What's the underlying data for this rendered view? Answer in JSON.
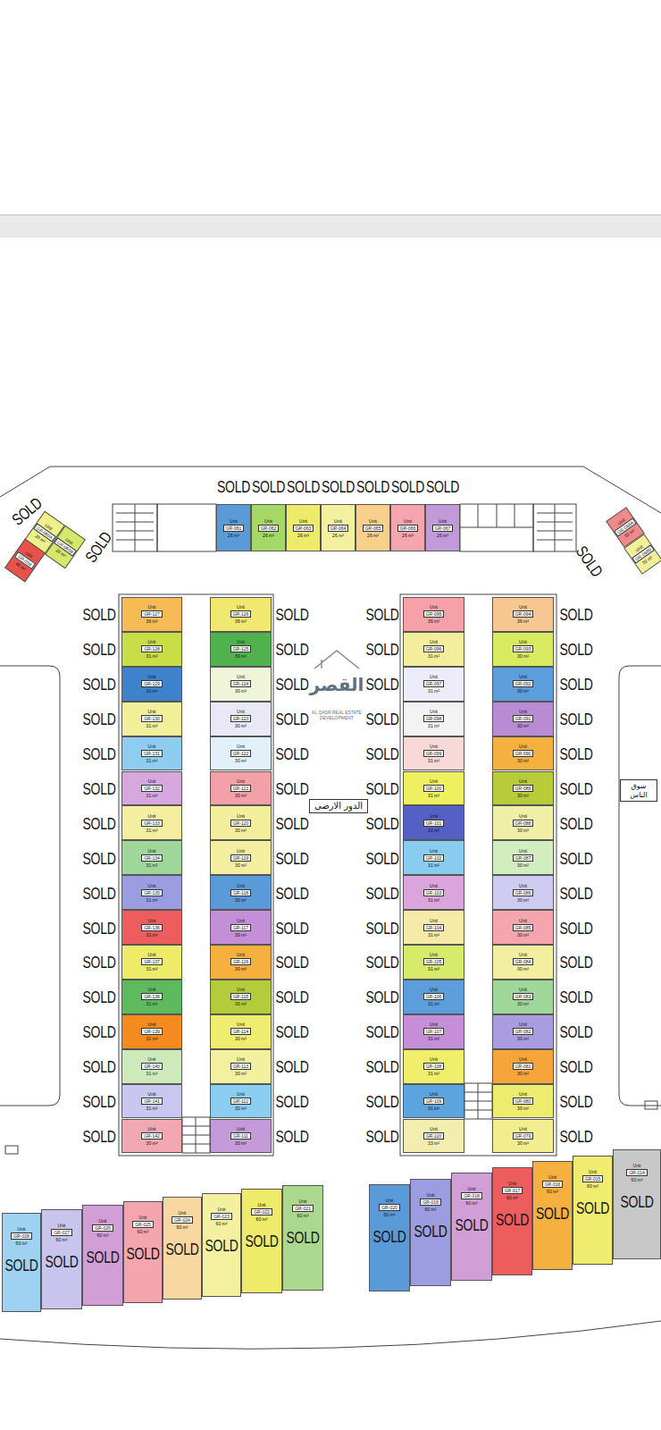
{
  "diagram": {
    "nodes": [
      {
        "text": [
          "Unit",
          "GR-061",
          "26 m²"
        ]
      },
      {
        "text": [
          "Unit",
          "GR-062",
          "26 m²"
        ]
      },
      {
        "text": [
          "Unit",
          "GR-063",
          "26 m²"
        ]
      },
      {
        "text": [
          "Unit",
          "GR-064",
          "26 m²"
        ]
      },
      {
        "text": [
          "Unit",
          "GR-065",
          "26 m²"
        ]
      },
      {
        "text": [
          "Unit",
          "GR-066",
          "26 m²"
        ]
      },
      {
        "text": [
          "Unit",
          "GR-067",
          "26 m²"
        ]
      },
      {
        "text": [
          "Unit",
          "GR-060A",
          "20 m²"
        ]
      },
      {
        "text": [
          "Unit",
          "GR-060B",
          "20 m²"
        ]
      },
      {
        "text": [
          "Unit",
          "GR-059",
          "40 m²"
        ]
      },
      {
        "text": [
          "Unit",
          "GR-068A",
          "20 m²"
        ]
      },
      {
        "text": [
          "Unit",
          "GR-068B",
          "20 m²"
        ]
      },
      {
        "text": [
          "Unit",
          "GR-127",
          "36 m²"
        ]
      },
      {
        "text": [
          "Unit",
          "GR-128",
          "31 m²"
        ]
      },
      {
        "text": [
          "Unit",
          "GR-129",
          "31 m²"
        ]
      },
      {
        "text": [
          "Unit",
          "GR-130",
          "31 m²"
        ]
      },
      {
        "text": [
          "Unit",
          "GR-131",
          "31 m²"
        ]
      },
      {
        "text": [
          "Unit",
          "GR-132",
          "31 m²"
        ]
      },
      {
        "text": [
          "Unit",
          "GR-133",
          "31 m²"
        ]
      },
      {
        "text": [
          "Unit",
          "GR-134",
          "31 m²"
        ]
      },
      {
        "text": [
          "Unit",
          "GR-135",
          "31 m²"
        ]
      },
      {
        "text": [
          "Unit",
          "GR-136",
          "31 m²"
        ]
      },
      {
        "text": [
          "Unit",
          "GR-137",
          "31 m²"
        ]
      },
      {
        "text": [
          "Unit",
          "GR-138",
          "31 m²"
        ]
      },
      {
        "text": [
          "Unit",
          "GR-139",
          "31 m²"
        ]
      },
      {
        "text": [
          "Unit",
          "GR-140",
          "31 m²"
        ]
      },
      {
        "text": [
          "Unit",
          "GR-141",
          "31 m²"
        ]
      },
      {
        "text": [
          "Unit",
          "GR-142",
          "30 m²"
        ]
      },
      {
        "text": [
          "Unit",
          "GR-126",
          "36 m²"
        ]
      },
      {
        "text": [
          "Unit",
          "GR-125",
          "30 m²"
        ]
      },
      {
        "text": [
          "Unit",
          "GR-124",
          "30 m²"
        ]
      },
      {
        "text": [
          "Unit",
          "GR-123",
          "30 m²"
        ]
      },
      {
        "text": [
          "Unit",
          "GR-122",
          "30 m²"
        ]
      },
      {
        "text": [
          "Unit",
          "GR-121",
          "30 m²"
        ]
      },
      {
        "text": [
          "Unit",
          "GR-120",
          "30 m²"
        ]
      },
      {
        "text": [
          "Unit",
          "GR-119",
          "30 m²"
        ]
      },
      {
        "text": [
          "Unit",
          "GR-118",
          "30 m²"
        ]
      },
      {
        "text": [
          "Unit",
          "GR-117",
          "30 m²"
        ]
      },
      {
        "text": [
          "Unit",
          "GR-116",
          "30 m²"
        ]
      },
      {
        "text": [
          "Unit",
          "GR-115",
          "30 m²"
        ]
      },
      {
        "text": [
          "Unit",
          "GR-114",
          "30 m²"
        ]
      },
      {
        "text": [
          "Unit",
          "GR-113",
          "30 m²"
        ]
      },
      {
        "text": [
          "Unit",
          "GR-112",
          "30 m²"
        ]
      },
      {
        "text": [
          "Unit",
          "GR-111",
          "30 m²"
        ]
      },
      {
        "text": [
          "Unit",
          "GR-095",
          "36 m²"
        ]
      },
      {
        "text": [
          "Unit",
          "GR-096",
          "31 m²"
        ]
      },
      {
        "text": [
          "Unit",
          "GR-097",
          "31 m²"
        ]
      },
      {
        "text": [
          "Unit",
          "GR-098",
          "31 m²"
        ]
      },
      {
        "text": [
          "Unit",
          "GR-099",
          "31 m²"
        ]
      },
      {
        "text": [
          "Unit",
          "GR-100",
          "31 m²"
        ]
      },
      {
        "text": [
          "Unit",
          "GR-101",
          "31 m²"
        ]
      },
      {
        "text": [
          "Unit",
          "GR-102",
          "31 m²"
        ]
      },
      {
        "text": [
          "Unit",
          "GR-103",
          "31 m²"
        ]
      },
      {
        "text": [
          "Unit",
          "GR-104",
          "31 m²"
        ]
      },
      {
        "text": [
          "Unit",
          "GR-105",
          "31 m²"
        ]
      },
      {
        "text": [
          "Unit",
          "GR-106",
          "31 m²"
        ]
      },
      {
        "text": [
          "Unit",
          "GR-107",
          "31 m²"
        ]
      },
      {
        "text": [
          "Unit",
          "GR-108",
          "31 m²"
        ]
      },
      {
        "text": [
          "Unit",
          "GR-109",
          "31 m²"
        ]
      },
      {
        "text": [
          "Unit",
          "GR-110",
          "33 m²"
        ]
      },
      {
        "text": [
          "Unit",
          "GR-094",
          "36 m²"
        ]
      },
      {
        "text": [
          "Unit",
          "GR-093",
          "30 m²"
        ]
      },
      {
        "text": [
          "Unit",
          "GR-092",
          "30 m²"
        ]
      },
      {
        "text": [
          "Unit",
          "GR-091",
          "30 m²"
        ]
      },
      {
        "text": [
          "Unit",
          "GR-090",
          "30 m²"
        ]
      },
      {
        "text": [
          "Unit",
          "GR-089",
          "30 m²"
        ]
      },
      {
        "text": [
          "Unit",
          "GR-088",
          "30 m²"
        ]
      },
      {
        "text": [
          "Unit",
          "GR-087",
          "30 m²"
        ]
      },
      {
        "text": [
          "Unit",
          "GR-086",
          "30 m²"
        ]
      },
      {
        "text": [
          "Unit",
          "GR-085",
          "30 m²"
        ]
      },
      {
        "text": [
          "Unit",
          "GR-084",
          "30 m²"
        ]
      },
      {
        "text": [
          "Unit",
          "GR-083",
          "30 m²"
        ]
      },
      {
        "text": [
          "Unit",
          "GR-082",
          "30 m²"
        ]
      },
      {
        "text": [
          "Unit",
          "GR-081",
          "30 m²"
        ]
      },
      {
        "text": [
          "Unit",
          "GR-080",
          "30 m²"
        ]
      },
      {
        "text": [
          "Unit",
          "GR-079",
          "30 m²"
        ]
      },
      {
        "text": [
          "Unit",
          "GR-028",
          "60 m²",
          "SOLD"
        ]
      },
      {
        "text": [
          "Unit",
          "GR-027",
          "60 m²",
          "SOLD"
        ]
      },
      {
        "text": [
          "Unit",
          "GR-026",
          "60 m²",
          "SOLD"
        ]
      },
      {
        "text": [
          "Unit",
          "GR-025",
          "60 m²",
          "SOLD"
        ]
      },
      {
        "text": [
          "Unit",
          "GR-024",
          "60 m²",
          "SOLD"
        ]
      },
      {
        "text": [
          "Unit",
          "GR-023",
          "60 m²",
          "SOLD"
        ]
      },
      {
        "text": [
          "Unit",
          "GR-022",
          "60 m²",
          "SOLD"
        ]
      },
      {
        "text": [
          "Unit",
          "GR-021",
          "60 m²",
          "SOLD"
        ]
      },
      {
        "text": [
          "Unit",
          "GR-020",
          "60 m²",
          "SOLD"
        ]
      },
      {
        "text": [
          "Unit",
          "GR-019",
          "60 m²",
          "SOLD"
        ]
      },
      {
        "text": [
          "Unit",
          "GR-018",
          "60 m²",
          "SOLD"
        ]
      },
      {
        "text": [
          "Unit",
          "GR-017",
          "60 m²",
          "SOLD"
        ]
      },
      {
        "text": [
          "Unit",
          "GR-016",
          "60 m²",
          "SOLD"
        ]
      },
      {
        "text": [
          "Unit",
          "GR-015",
          "60 m²",
          "SOLD"
        ]
      },
      {
        "text": [
          "Unit",
          "GR-014",
          "60 m²",
          "SOLD"
        ]
      },
      {
        "text": [
          "الدور الارضي"
        ]
      },
      {
        "text": [
          "سوق الناس"
        ]
      }
    ],
    "labels": [
      "SOLD",
      "SOLD",
      "SOLD",
      "SOLD",
      "SOLD",
      "SOLD",
      "SOLD",
      "SOLD",
      "SOLD",
      "SOLD",
      "SOLD",
      "SOLD",
      "SOLD",
      "SOLD",
      "SOLD",
      "SOLD",
      "SOLD",
      "SOLD",
      "SOLD",
      "SOLD",
      "SOLD",
      "SOLD",
      "SOLD",
      "SOLD",
      "SOLD",
      "SOLD",
      "SOLD",
      "SOLD",
      "SOLD",
      "SOLD",
      "SOLD",
      "SOLD",
      "SOLD",
      "SOLD",
      "SOLD",
      "SOLD",
      "SOLD",
      "SOLD",
      "SOLD",
      "SOLD",
      "SOLD",
      "SOLD",
      "SOLD",
      "SOLD",
      "SOLD",
      "SOLD",
      "SOLD",
      "SOLD",
      "SOLD",
      "SOLD",
      "SOLD",
      "SOLD",
      "SOLD",
      "SOLD",
      "SOLD",
      "SOLD",
      "SOLD",
      "SOLD",
      "SOLD",
      "SOLD",
      "SOLD",
      "SOLD",
      "SOLD",
      "SOLD",
      "SOLD",
      "SOLD",
      "SOLD",
      "SOLD",
      "SOLD",
      "SOLD",
      "SOLD",
      "SOLD",
      "SOLD",
      "SOLD",
      "القصر",
      "AL QASR REAL ESTATE DEVELOPMENT"
    ]
  }
}
